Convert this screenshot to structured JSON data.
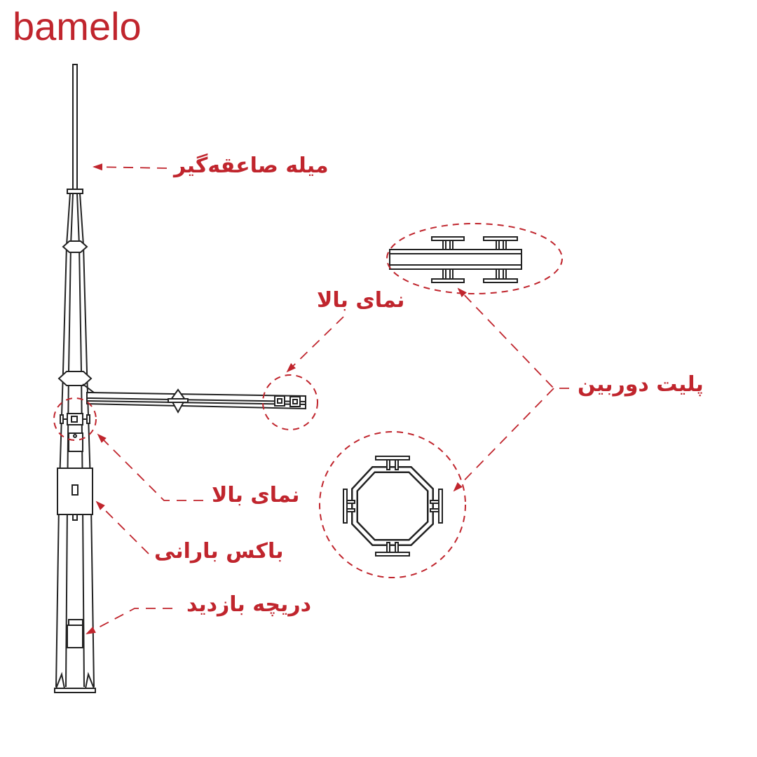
{
  "brand": {
    "logo_text": "bamelo",
    "accent_color": "#c0252d",
    "ink_color": "#222222"
  },
  "labels": {
    "lightning_rod": "میله صاعقه‌گیر",
    "top_view_arm": "نمای بالا",
    "camera_plate": "پلیت دوربین",
    "top_view_pole": "نمای بالا",
    "rain_box": "باکس بارانی",
    "inspection_door": "دریچه بازدید"
  }
}
